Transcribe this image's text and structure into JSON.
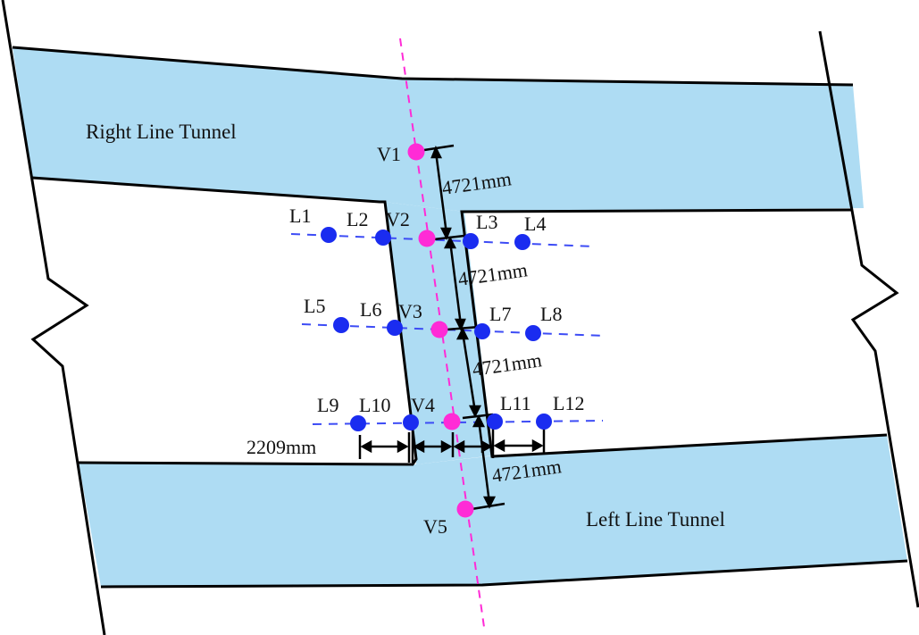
{
  "colors": {
    "tunnel_fill": "#aedcf3",
    "outline": "#000000",
    "vertical_point": "#ff2bd6",
    "horizontal_point": "#1a2cf0",
    "vertical_axis": "#ff2bd6",
    "horizontal_axis": "#3d4cf5"
  },
  "tunnels": {
    "right": {
      "label": "Right Line Tunnel"
    },
    "left": {
      "label": "Left Line Tunnel"
    }
  },
  "vertical_points": [
    {
      "id": "V1",
      "label": "V1"
    },
    {
      "id": "V2",
      "label": "V2"
    },
    {
      "id": "V3",
      "label": "V3"
    },
    {
      "id": "V4",
      "label": "V4"
    },
    {
      "id": "V5",
      "label": "V5"
    }
  ],
  "horizontal_points": [
    {
      "id": "L1",
      "label": "L1"
    },
    {
      "id": "L2",
      "label": "L2"
    },
    {
      "id": "L3",
      "label": "L3"
    },
    {
      "id": "L4",
      "label": "L4"
    },
    {
      "id": "L5",
      "label": "L5"
    },
    {
      "id": "L6",
      "label": "L6"
    },
    {
      "id": "L7",
      "label": "L7"
    },
    {
      "id": "L8",
      "label": "L8"
    },
    {
      "id": "L9",
      "label": "L9"
    },
    {
      "id": "L10",
      "label": "L10"
    },
    {
      "id": "L11",
      "label": "L11"
    },
    {
      "id": "L12",
      "label": "L12"
    }
  ],
  "dimensions": {
    "vertical_spacing_1": "4721mm",
    "vertical_spacing_2": "4721mm",
    "vertical_spacing_3": "4721mm",
    "vertical_spacing_4": "4721mm",
    "horizontal_spacing": "2209mm"
  }
}
